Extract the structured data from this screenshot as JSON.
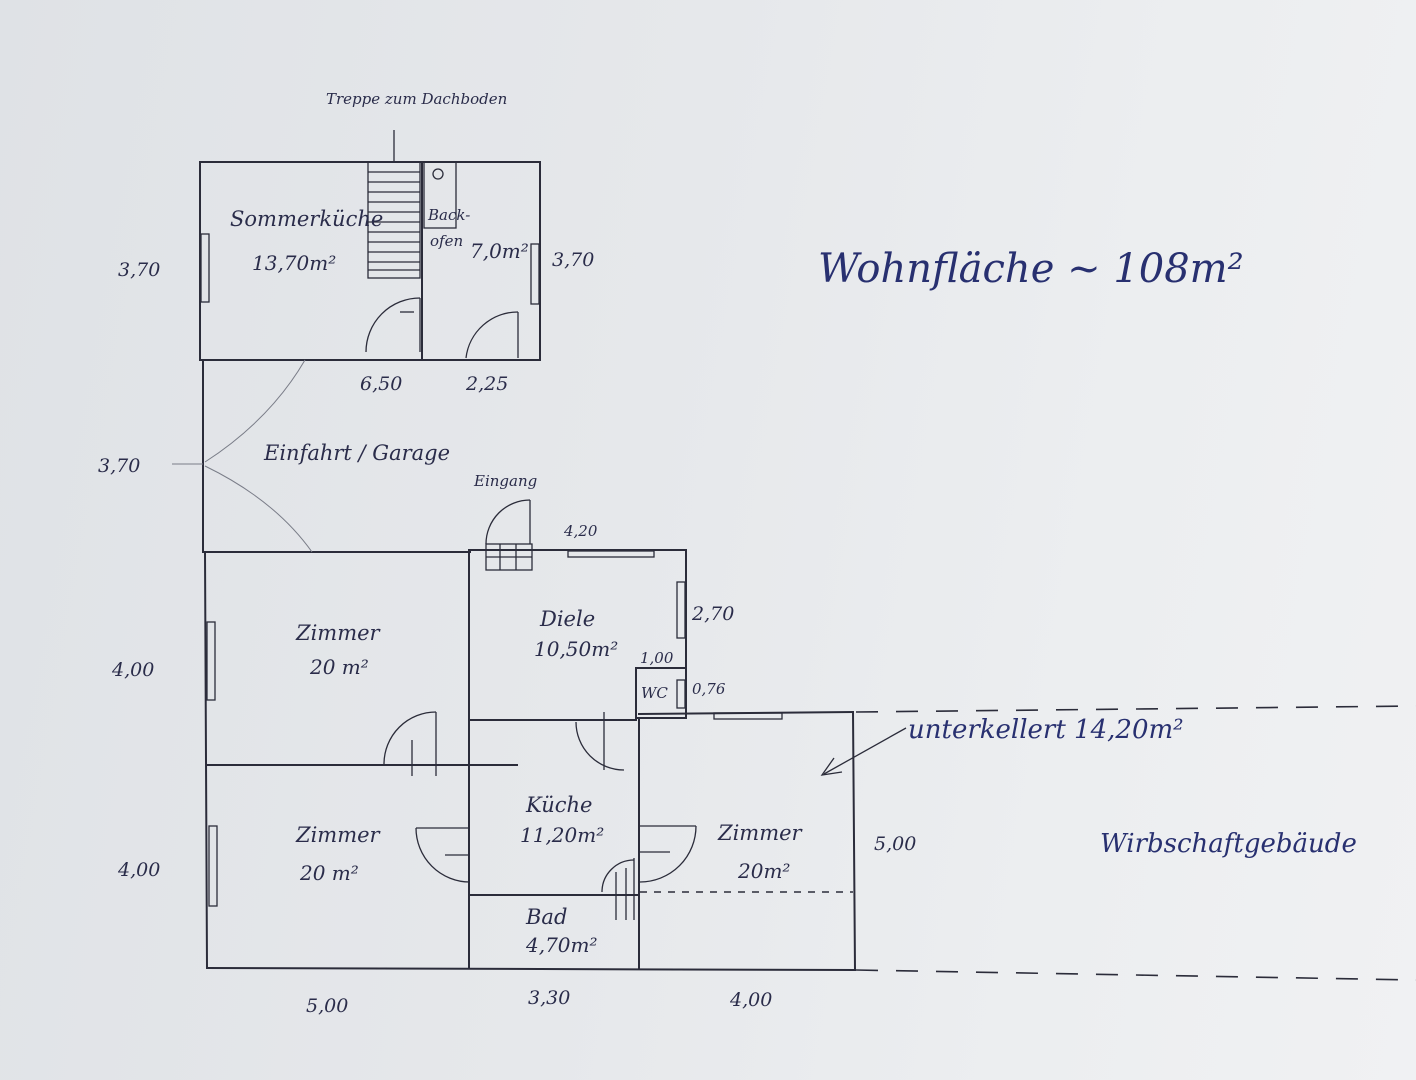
{
  "annotations": {
    "stair_note": "Treppe zum Dachboden",
    "living_area": "Wohnfläche ~ 108m²",
    "basement_note": "unterkellert 14,20m²",
    "outbuilding": "Wirbschaftgebäude",
    "entrance": "Eingang"
  },
  "rooms": {
    "summer_kitchen": {
      "name": "Sommerküche",
      "area": "13,70m²"
    },
    "oven_room": {
      "name_line1": "Back-",
      "name_line2": "ofen",
      "area": "7,0m²"
    },
    "garage": {
      "name": "Einfahrt / Garage"
    },
    "room_top": {
      "name": "Zimmer",
      "area": "20 m²"
    },
    "hall": {
      "name": "Diele",
      "area": "10,50m²"
    },
    "wc": {
      "name": "WC"
    },
    "room_bottom_left": {
      "name": "Zimmer",
      "area": "20 m²"
    },
    "kitchen": {
      "name": "Küche",
      "area": "11,20m²"
    },
    "bath": {
      "name": "Bad",
      "area": "4,70m²"
    },
    "room_right": {
      "name": "Zimmer",
      "area": "20m²"
    }
  },
  "dimensions": {
    "summer_height_left": "3,70",
    "summer_height_right": "3,70",
    "summer_width": "6,50",
    "oven_width": "2,25",
    "garage_height": "3,70",
    "hall_width": "4,20",
    "hall_height": "2,70",
    "wc_width": "1,00",
    "wc_height": "0,76",
    "room_top_height": "4,00",
    "room_bottom_height": "4,00",
    "right_room_height": "5,00",
    "bottom_left_width": "5,00",
    "bottom_mid_width": "3,30",
    "bottom_right_width": "4,00"
  }
}
